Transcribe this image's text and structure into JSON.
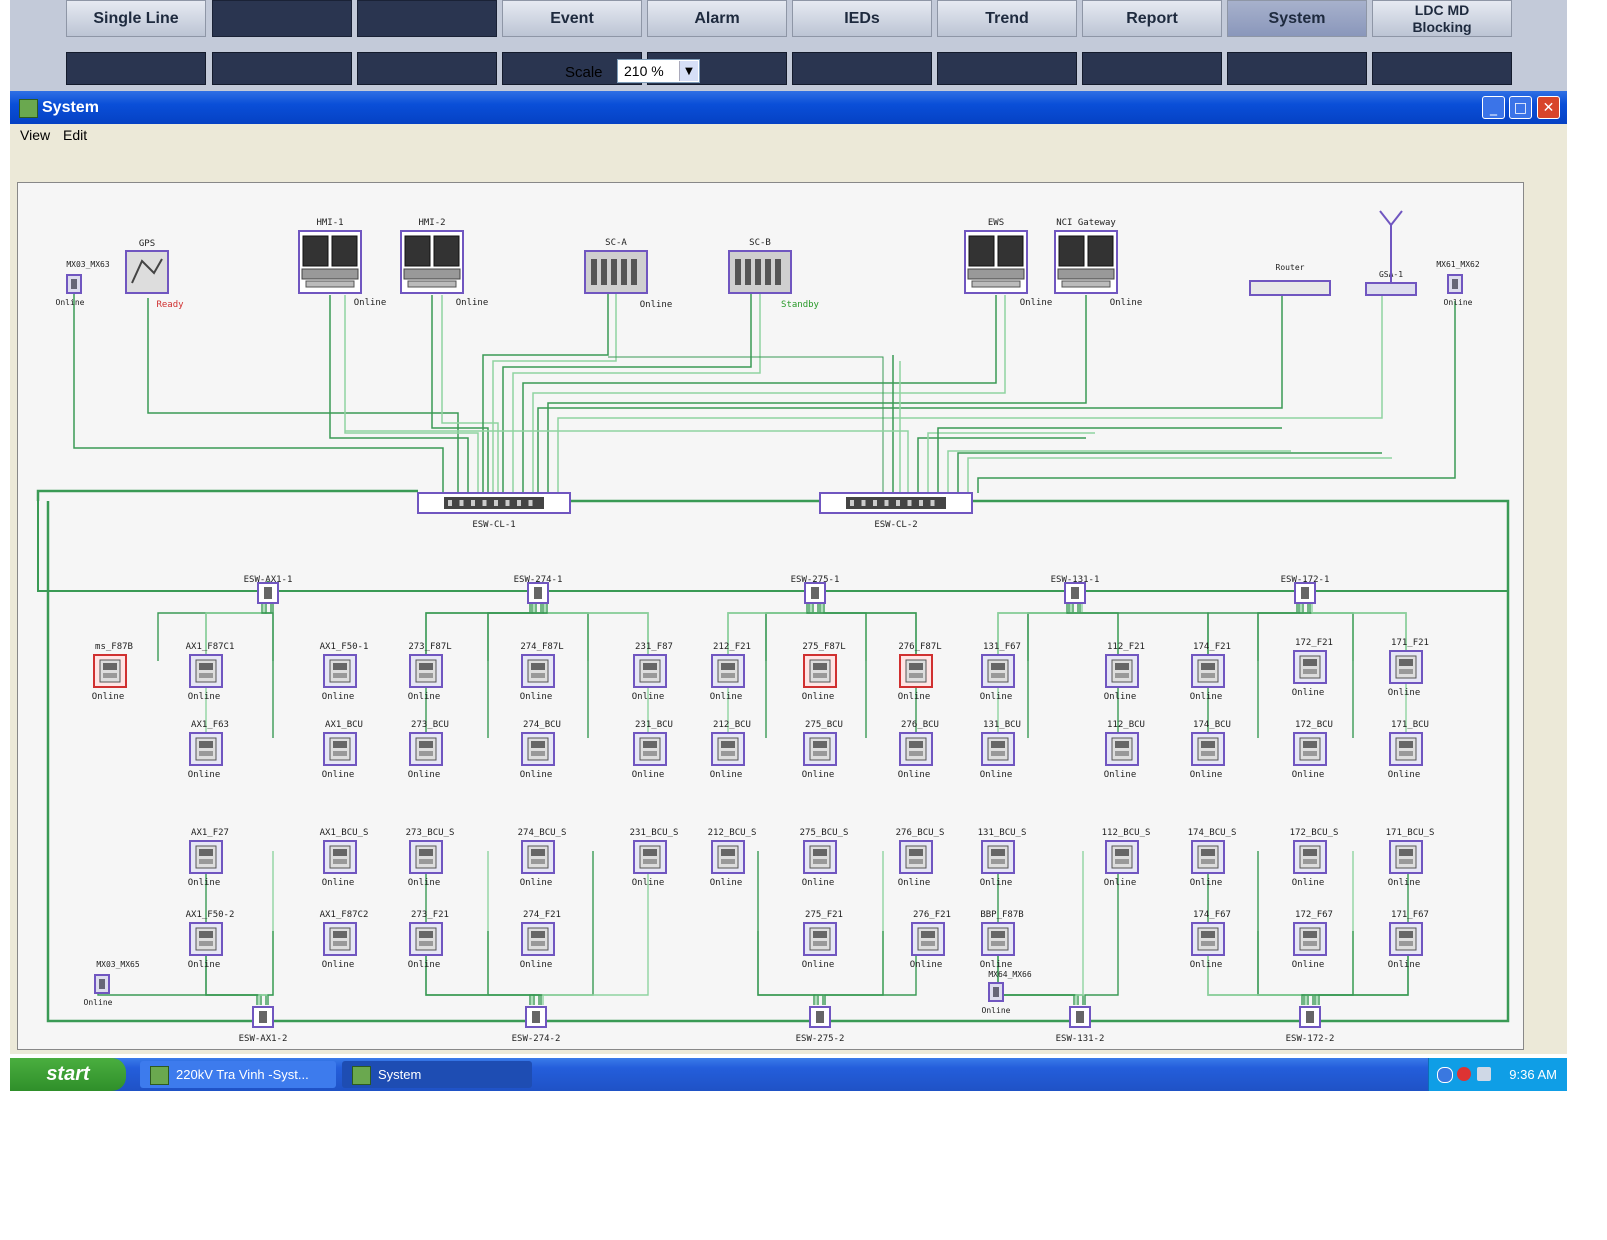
{
  "nav": {
    "row1": [
      {
        "label": "Single Line",
        "style": "normal"
      },
      {
        "label": "",
        "style": "dark"
      },
      {
        "label": "",
        "style": "dark"
      },
      {
        "label": "Event",
        "style": "normal"
      },
      {
        "label": "Alarm",
        "style": "normal"
      },
      {
        "label": "IEDs",
        "style": "normal"
      },
      {
        "label": "Trend",
        "style": "normal"
      },
      {
        "label": "Report",
        "style": "normal"
      },
      {
        "label": "System",
        "style": "selected"
      },
      {
        "label": "LDC MD Blocking",
        "style": "normal"
      }
    ]
  },
  "window": {
    "title": "System",
    "menus": [
      "View",
      "Edit"
    ],
    "scale_label": "Scale",
    "scale_value": "210 %"
  },
  "diagram": {
    "top_devices": [
      {
        "id": "hmi1",
        "name": "HMI-1",
        "status": "Online",
        "type": "monitor"
      },
      {
        "id": "hmi2",
        "name": "HMI-2",
        "status": "Online",
        "type": "monitor"
      },
      {
        "id": "scA",
        "name": "SC-A",
        "status": "Online",
        "type": "server"
      },
      {
        "id": "scB",
        "name": "SC-B",
        "status": "Standby",
        "type": "server"
      },
      {
        "id": "ews",
        "name": "EWS",
        "status": "Online",
        "type": "monitor"
      },
      {
        "id": "nci",
        "name": "NCI Gateway",
        "status": "Online",
        "type": "monitor"
      },
      {
        "id": "gps",
        "name": "GPS",
        "status": "Ready",
        "type": "gps"
      },
      {
        "id": "router",
        "name": "Router",
        "status": "",
        "type": "router"
      },
      {
        "id": "gsa",
        "name": "GSA-1",
        "status": "",
        "type": "router"
      },
      {
        "id": "mmp1",
        "name": "MX03_MX63",
        "status": "Online",
        "type": "small"
      },
      {
        "id": "mmp2",
        "name": "MX61_MX62",
        "status": "Online",
        "type": "small"
      }
    ],
    "core_switches": [
      {
        "id": "core1",
        "name": "ESW-CL-1"
      },
      {
        "id": "core2",
        "name": "ESW-CL-2"
      }
    ],
    "bay_switches_top": [
      {
        "id": "bs1",
        "name": "ESW-AX1-1"
      },
      {
        "id": "bs2",
        "name": "ESW-274-1"
      },
      {
        "id": "bs3",
        "name": "ESW-275-1"
      },
      {
        "id": "bs4",
        "name": "ESW-131-1"
      },
      {
        "id": "bs5",
        "name": "ESW-172-1"
      }
    ],
    "bay_switches_bottom": [
      {
        "id": "bb1",
        "name": "ESW-AX1-2"
      },
      {
        "id": "bb2",
        "name": "ESW-274-2"
      },
      {
        "id": "bb3",
        "name": "ESW-275-2"
      },
      {
        "id": "bb4",
        "name": "ESW-131-2"
      },
      {
        "id": "bb5",
        "name": "ESW-172-2"
      }
    ],
    "ieds": [
      {
        "id": "i1",
        "name": "ms_F87B",
        "status": "Online",
        "alarm": true
      },
      {
        "id": "i2",
        "name": "AX1_F87C1",
        "status": "Online",
        "alarm": false
      },
      {
        "id": "i3",
        "name": "AX1_F63",
        "status": "Online",
        "alarm": false
      },
      {
        "id": "i4",
        "name": "AX1_F50-1",
        "status": "Online",
        "alarm": false
      },
      {
        "id": "i5",
        "name": "AX1_BCU",
        "status": "Online",
        "alarm": false
      },
      {
        "id": "i6",
        "name": "273_F87L",
        "status": "Online",
        "alarm": false
      },
      {
        "id": "i7",
        "name": "273_BCU",
        "status": "Online",
        "alarm": false
      },
      {
        "id": "i8",
        "name": "274_F87L",
        "status": "Online",
        "alarm": false
      },
      {
        "id": "i9",
        "name": "274_BCU",
        "status": "Online",
        "alarm": false
      },
      {
        "id": "i10",
        "name": "231_F87",
        "status": "Online",
        "alarm": false
      },
      {
        "id": "i11",
        "name": "231_BCU",
        "status": "Online",
        "alarm": false
      },
      {
        "id": "i12",
        "name": "212_F21",
        "status": "Online",
        "alarm": false
      },
      {
        "id": "i13",
        "name": "212_BCU",
        "status": "Online",
        "alarm": false
      },
      {
        "id": "i14",
        "name": "275_F87L",
        "status": "Online",
        "alarm": true
      },
      {
        "id": "i15",
        "name": "275_BCU",
        "status": "Online",
        "alarm": false
      },
      {
        "id": "i16",
        "name": "276_F87L",
        "status": "Online",
        "alarm": true
      },
      {
        "id": "i17",
        "name": "276_BCU",
        "status": "Online",
        "alarm": false
      },
      {
        "id": "i18",
        "name": "131_F67",
        "status": "Online",
        "alarm": false
      },
      {
        "id": "i19",
        "name": "131_BCU",
        "status": "Online",
        "alarm": false
      },
      {
        "id": "i20",
        "name": "112_F21",
        "status": "Online",
        "alarm": false
      },
      {
        "id": "i21",
        "name": "112_BCU",
        "status": "Online",
        "alarm": false
      },
      {
        "id": "i22",
        "name": "174_F21",
        "status": "Online",
        "alarm": false
      },
      {
        "id": "i23",
        "name": "174_BCU",
        "status": "Online",
        "alarm": false
      },
      {
        "id": "i24",
        "name": "172_F21",
        "status": "Online",
        "alarm": false
      },
      {
        "id": "i25",
        "name": "172_BCU",
        "status": "Online",
        "alarm": false
      },
      {
        "id": "i26",
        "name": "171_F21",
        "status": "Online",
        "alarm": false
      },
      {
        "id": "i27",
        "name": "171_BCU",
        "status": "Online",
        "alarm": false
      },
      {
        "id": "j1",
        "name": "AX1_F27",
        "status": "Online",
        "alarm": false
      },
      {
        "id": "j2",
        "name": "AX1_F50-2",
        "status": "Online",
        "alarm": false
      },
      {
        "id": "j3",
        "name": "AX1_BCU_S",
        "status": "Online",
        "alarm": false
      },
      {
        "id": "j4",
        "name": "AX1_F87C2",
        "status": "Online",
        "alarm": false
      },
      {
        "id": "j5",
        "name": "273_BCU_S",
        "status": "Online",
        "alarm": false
      },
      {
        "id": "j6",
        "name": "273_F21",
        "status": "Online",
        "alarm": false
      },
      {
        "id": "j7",
        "name": "274_BCU_S",
        "status": "Online",
        "alarm": false
      },
      {
        "id": "j8",
        "name": "274_F21",
        "status": "Online",
        "alarm": false
      },
      {
        "id": "j9",
        "name": "231_BCU_S",
        "status": "Online",
        "alarm": false
      },
      {
        "id": "j10",
        "name": "212_BCU_S",
        "status": "Online",
        "alarm": false
      },
      {
        "id": "j11",
        "name": "275_BCU_S",
        "status": "Online",
        "alarm": false
      },
      {
        "id": "j12",
        "name": "275_F21",
        "status": "Online",
        "alarm": false
      },
      {
        "id": "j13",
        "name": "276_BCU_S",
        "status": "Online",
        "alarm": false
      },
      {
        "id": "j14",
        "name": "276_F21",
        "status": "Online",
        "alarm": false
      },
      {
        "id": "j15",
        "name": "131_BCU_S",
        "status": "Online",
        "alarm": false
      },
      {
        "id": "j16",
        "name": "BBP_F87B",
        "status": "Online",
        "alarm": false
      },
      {
        "id": "j17",
        "name": "112_BCU_S",
        "status": "Online",
        "alarm": false
      },
      {
        "id": "j18",
        "name": "174_BCU_S",
        "status": "Online",
        "alarm": false
      },
      {
        "id": "j19",
        "name": "174_F67",
        "status": "Online",
        "alarm": false
      },
      {
        "id": "j20",
        "name": "172_BCU_S",
        "status": "Online",
        "alarm": false
      },
      {
        "id": "j21",
        "name": "172_F67",
        "status": "Online",
        "alarm": false
      },
      {
        "id": "j22",
        "name": "171_BCU_S",
        "status": "Online",
        "alarm": false
      },
      {
        "id": "j23",
        "name": "171_F67",
        "status": "Online",
        "alarm": false
      },
      {
        "id": "k1",
        "name": "MX03_MX65",
        "status": "Online",
        "type": "small"
      },
      {
        "id": "k2",
        "name": "MX64_MX66",
        "status": "Online",
        "type": "small"
      }
    ],
    "colors": {
      "link": "#3a9a55",
      "link_light": "#8fd4a0",
      "frame": "#7056c0",
      "alarm": "#d03030",
      "ok": "#222222",
      "standby": "#2a9a2a"
    }
  },
  "taskbar": {
    "start_label": "start",
    "items": [
      {
        "label": "220kV Tra Vinh -Syst..."
      },
      {
        "label": "System"
      }
    ],
    "clock": "9:36 AM"
  }
}
